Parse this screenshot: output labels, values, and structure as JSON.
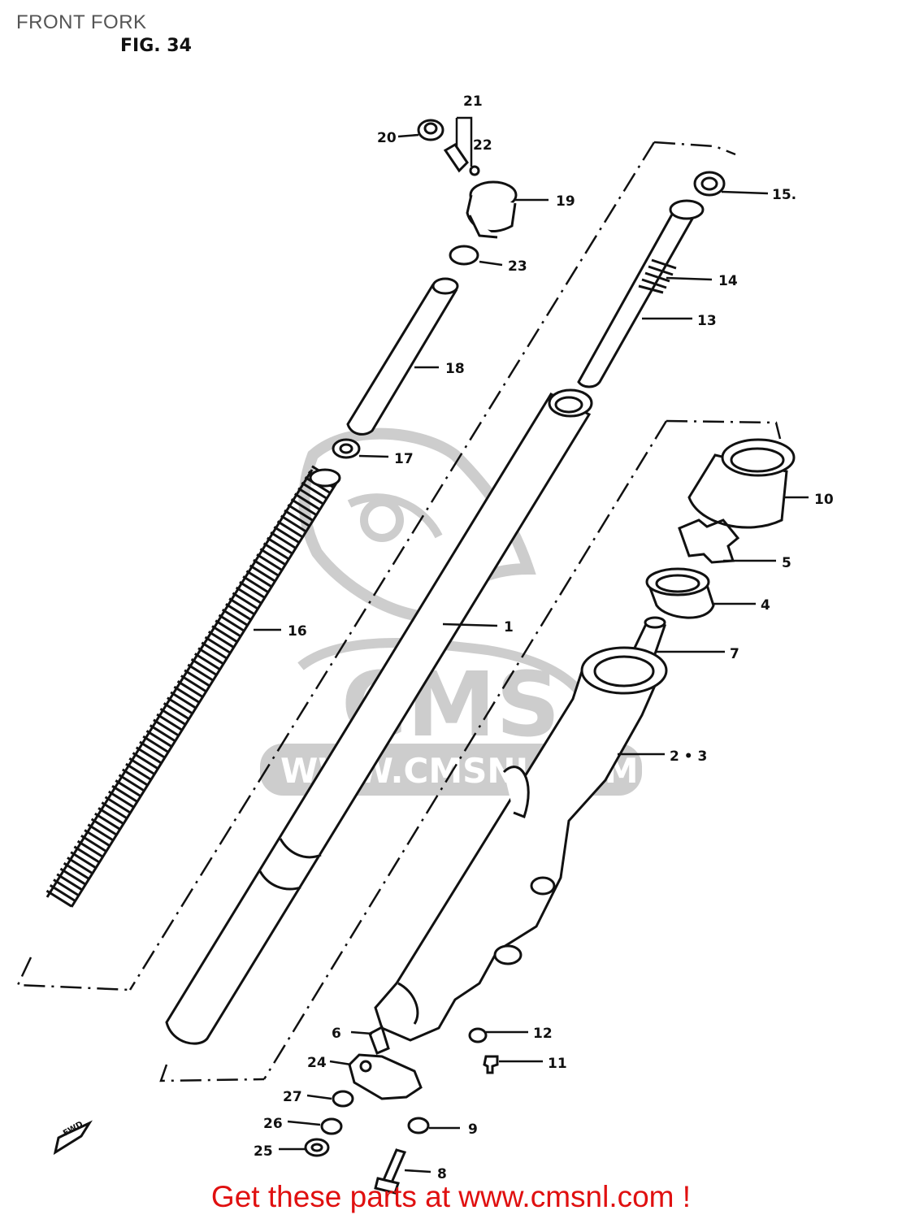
{
  "header": {
    "title": "FRONT FORK",
    "figure": "FIG. 34"
  },
  "watermark": {
    "logo_text": "CMS",
    "url_text": "WWW.CMSNL.COM"
  },
  "callouts": {
    "p1": "1",
    "p23": "2 • 3",
    "p4": "4",
    "p5": "5",
    "p6": "6",
    "p7": "7",
    "p8": "8",
    "p9": "9",
    "p10": "10",
    "p11": "11",
    "p12": "12",
    "p13": "13",
    "p14": "14",
    "p15": "15.",
    "p16": "16",
    "p17": "17",
    "p18": "18",
    "p19": "19",
    "p20": "20",
    "p21": "21",
    "p22": "22",
    "p23b": "23",
    "p24": "24",
    "p25": "25",
    "p26": "26",
    "p27": "27",
    "fwd": "FWD"
  },
  "footer": {
    "link_text": "Get these parts at www.cmsnl.com !"
  },
  "colors": {
    "line": "#111111",
    "watermark": "#c8c8c8",
    "footer": "#e01010"
  }
}
